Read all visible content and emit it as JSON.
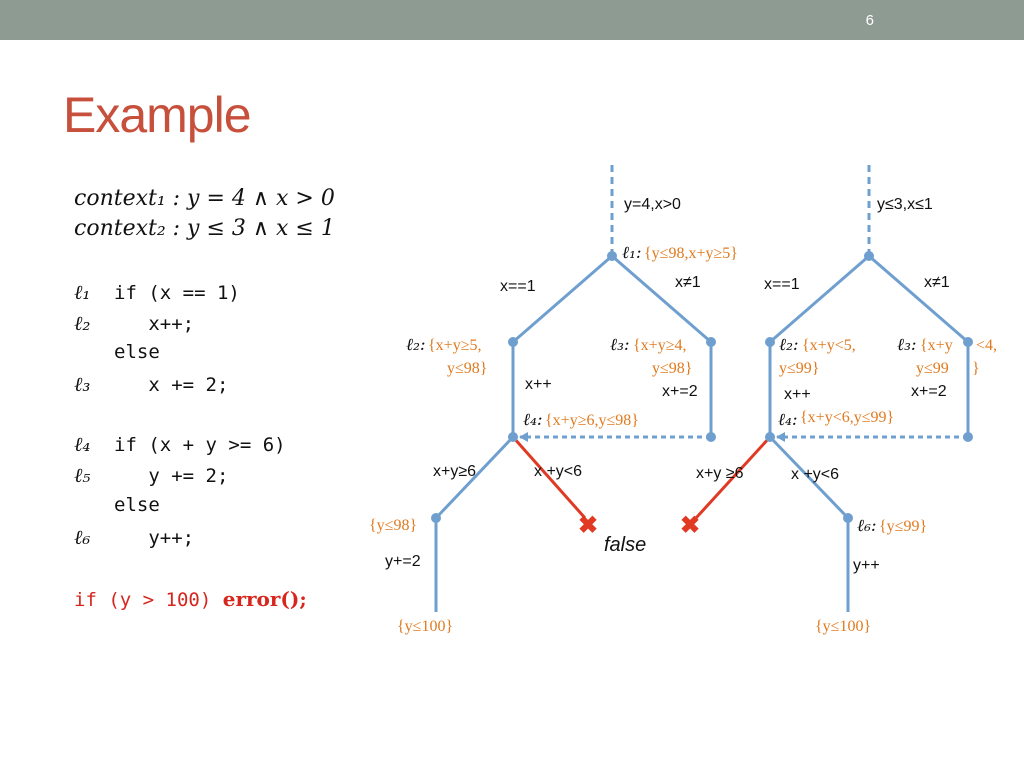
{
  "slide": {
    "page_number": "6",
    "title": "Example",
    "colors": {
      "bar": "#8e9b92",
      "title": "#c7503c",
      "edge": "#6f9fcf",
      "error": "#e13a24",
      "constraint": "#e07a1f"
    }
  },
  "contexts": [
    "context₁ : y = 4 ∧ x > 0",
    "context₂ : y ≤ 3 ∧ x ≤ 1"
  ],
  "code": [
    {
      "label": "ℓ₁",
      "text": "if (x == 1)"
    },
    {
      "label": "ℓ₂",
      "text": "   x++;"
    },
    {
      "label": "",
      "text": "else"
    },
    {
      "label": "ℓ₃",
      "text": "   x += 2;"
    },
    {
      "label": "ℓ₄",
      "text": "if (x + y >= 6)"
    },
    {
      "label": "ℓ₅",
      "text": "   y += 2;"
    },
    {
      "label": "",
      "text": "else"
    },
    {
      "label": "ℓ₆",
      "text": "   y++;"
    }
  ],
  "error_line": {
    "code": "if (y > 100) ",
    "call": "error();"
  },
  "diagram": {
    "left": {
      "entry_label": "y=4,x>0",
      "l1_name": "ℓ₁:",
      "l1_constraint": "{y≤98,x+y≥5}",
      "edge_eq": "x==1",
      "edge_neq": "x≠1",
      "l2_name": "ℓ₂:",
      "l2_constraint_1": "{x+y≥5,",
      "l2_constraint_2": "y≤98}",
      "l3_name": "ℓ₃:",
      "l3_constraint_1": "{x+y≥4,",
      "l3_constraint_2": "y≤98}",
      "inc_label": "x++",
      "add2_label": "x+=2",
      "l4_name": "ℓ₄:",
      "l4_constraint": "{x+y≥6,y≤98}",
      "branch_ge": "x+y≥6",
      "branch_lt": "x +y<6",
      "node_constraint": "{y≤98}",
      "update_label": "y+=2",
      "final_constraint": "{y≤100}"
    },
    "right": {
      "entry_label": "y≤3,x≤1",
      "edge_eq": "x==1",
      "edge_neq": "x≠1",
      "l2_name": "ℓ₂:",
      "l2_constraint_1": "{x+y<5,",
      "l2_constraint_2": "y≤99}",
      "l3_name": "ℓ₃:",
      "l3_constraint_1": "{x+y",
      "l3_constraint_tail": "<4,",
      "l3_constraint_2": "y≤99",
      "l3_constraint_close": "}",
      "inc_label": "x++",
      "add2_label": "x+=2",
      "l4_name": "ℓ₄:",
      "l4_constraint": "{x+y<6,y≤99}",
      "branch_ge": "x+y ≥6",
      "branch_lt": "x +y<6",
      "l6_name": "ℓ₆:",
      "l6_constraint": "{y≤99}",
      "update_label": "y++",
      "final_constraint": "{y≤100}"
    },
    "false_label": "false"
  }
}
